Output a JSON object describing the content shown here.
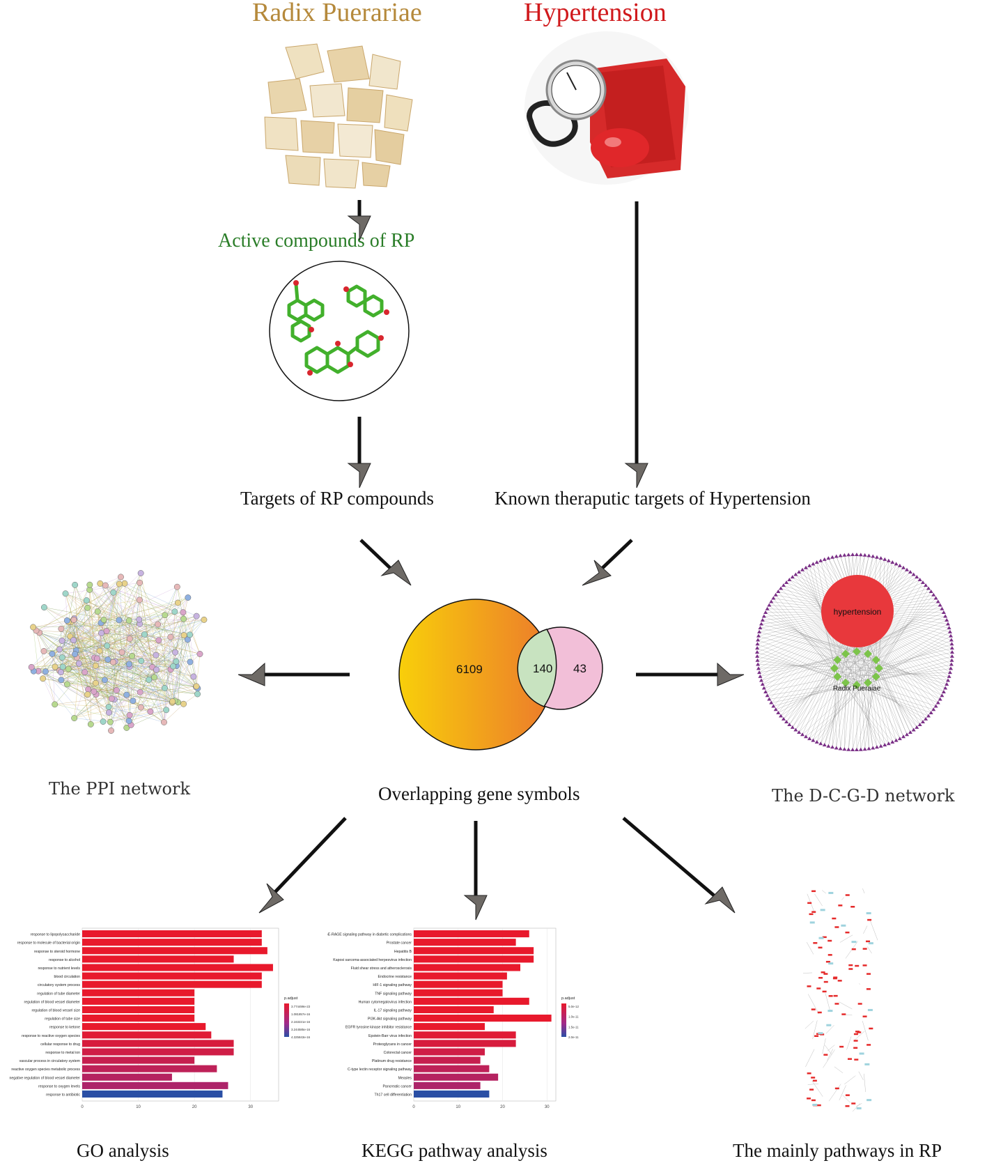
{
  "titles": {
    "radix": "Radix Puerariae",
    "hypertension": "Hypertension"
  },
  "labels": {
    "active_compounds": "Active compounds of RP",
    "targets_rp": "Targets of RP compounds",
    "known_targets": "Known theraputic targets of Hypertension",
    "ppi": "The PPI network",
    "overlap": "Overlapping gene symbols",
    "dcgd": "The D-C-G-D network",
    "go": "GO analysis",
    "kegg": "KEGG pathway analysis",
    "mainly": "The mainly pathways in RP"
  },
  "venn": {
    "left_only": "6109",
    "shared": "140",
    "right_only": "43"
  },
  "network": {
    "center_node": "hypertension",
    "herb_node": "Radix Pueraiae"
  },
  "colors": {
    "radix_title": "#b5893b",
    "hypertension_title": "#d0191c",
    "compounds_green": "#2a7d28",
    "venn_left_start": "#f8cf0a",
    "venn_left_end": "#ec7a2c",
    "venn_shared": "#c8e3c0",
    "venn_right": "#f2bfd8",
    "bar_red": "#e8192c",
    "bar_blue": "#2a4fa5"
  },
  "chart_data": [
    {
      "type": "bar",
      "orientation": "horizontal",
      "categories": [
        "response to lipopolysaccharide",
        "response to molecule of bacterial origin",
        "response to steroid hormone",
        "response to alcohol",
        "response to nutrient levels",
        "blood circulation",
        "circulatory system process",
        "regulation of tube diameter",
        "regulation of blood vessel diameter",
        "regulation of blood vessel size",
        "regulation of tube size",
        "response to ketone",
        "response to reactive oxygen species",
        "cellular response to drug",
        "response to metal ion",
        "vascular process in circulatory system",
        "reactive oxygen species metabolic process",
        "negative regulation of blood vessel diameter",
        "response to oxygen levels",
        "response to antibiotic"
      ],
      "values": [
        32,
        32,
        33,
        27,
        34,
        32,
        32,
        20,
        20,
        20,
        20,
        22,
        23,
        27,
        27,
        20,
        24,
        16,
        26,
        25
      ],
      "xlim": [
        0,
        35
      ],
      "xticks": [
        "0",
        "10",
        "20",
        "30"
      ],
      "legend_title": "p.adjust",
      "legend_ticks": [
        "3.774499e-23",
        "1.081857e-16",
        "2.163221e-16",
        "3.244585e-16",
        "4.325843e-16"
      ],
      "legend": "right"
    },
    {
      "type": "bar",
      "orientation": "horizontal",
      "categories": [
        "AGE-RAGE signaling pathway in diabetic complications",
        "Prostate cancer",
        "Hepatitis B",
        "Kaposi sarcoma-associated herpesvirus infection",
        "Fluid shear stress and atherosclerosis",
        "Endocrine resistance",
        "HIF-1 signaling pathway",
        "TNF signaling pathway",
        "Human cytomegalovirus infection",
        "IL-17 signaling pathway",
        "PI3K-Akt signaling pathway",
        "EGFR tyrosine kinase inhibitor resistance",
        "Epstein-Barr virus infection",
        "Proteoglycans in cancer",
        "Colorectal cancer",
        "Platinum drug resistance",
        "C-type lectin receptor signaling pathway",
        "Measles",
        "Pancreatic cancer",
        "Th17 cell differentiation"
      ],
      "values": [
        26,
        23,
        27,
        27,
        24,
        21,
        20,
        20,
        26,
        18,
        31,
        16,
        23,
        23,
        16,
        15,
        17,
        19,
        15,
        17
      ],
      "xlim": [
        0,
        32
      ],
      "xticks": [
        "0",
        "10",
        "20",
        "30"
      ],
      "legend_title": "p.adjust",
      "legend_ticks": [
        "5.0e-12",
        "1.0e-11",
        "1.5e-11",
        "2.0e-11"
      ],
      "legend": "right"
    }
  ]
}
